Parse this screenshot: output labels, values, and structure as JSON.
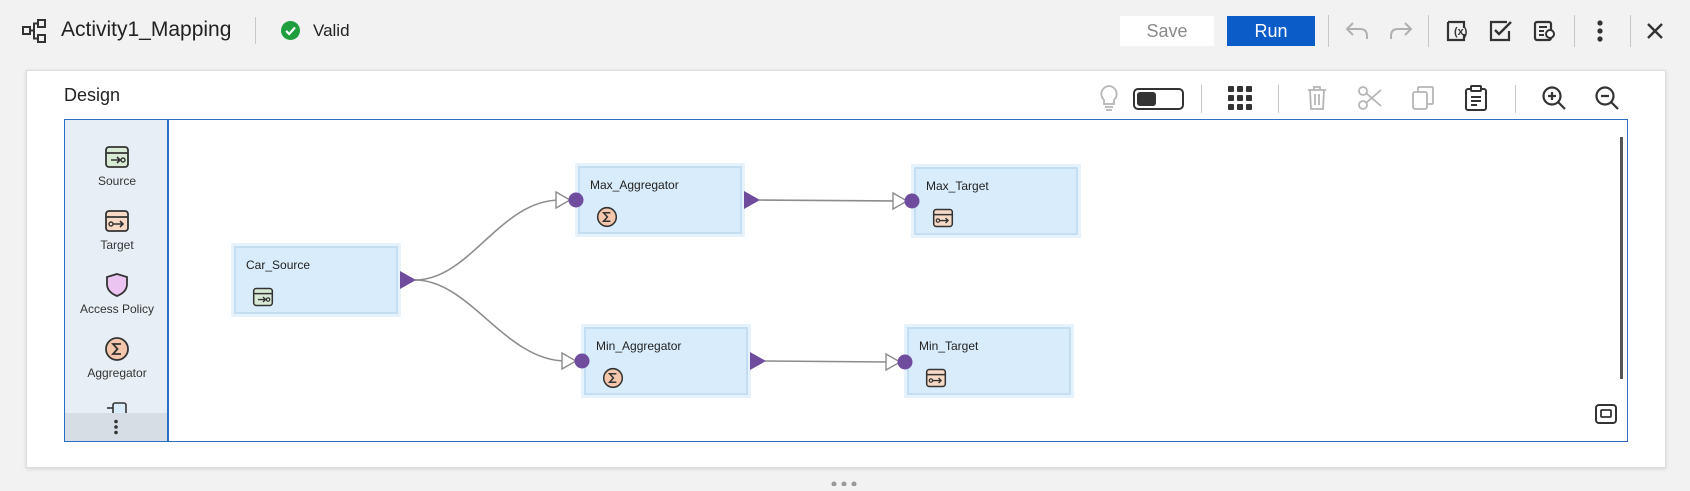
{
  "header": {
    "title": "Activity1_Mapping",
    "status_label": "Valid",
    "save_label": "Save",
    "run_label": "Run",
    "icons": [
      "mapping-icon",
      "valid-check-icon",
      "undo-icon",
      "redo-icon",
      "clear-icon",
      "validate-icon",
      "properties-icon",
      "more-vertical-icon",
      "close-icon"
    ]
  },
  "design": {
    "title": "Design",
    "toolbar_icons": [
      "lightbulb-icon",
      "toggle-switch",
      "grid-icon",
      "delete-icon",
      "cut-icon",
      "copy-icon",
      "paste-icon",
      "zoom-in-icon",
      "zoom-out-icon"
    ]
  },
  "palette": {
    "items": [
      {
        "label": "Source",
        "icon": "source-icon"
      },
      {
        "label": "Target",
        "icon": "target-icon"
      },
      {
        "label": "Access Policy",
        "icon": "access-policy-icon"
      },
      {
        "label": "Aggregator",
        "icon": "aggregator-icon"
      }
    ]
  },
  "canvas": {
    "nodes": [
      {
        "id": "car_source",
        "label": "Car_Source",
        "icon": "source-icon"
      },
      {
        "id": "max_aggregator",
        "label": "Max_Aggregator",
        "icon": "aggregator-icon"
      },
      {
        "id": "min_aggregator",
        "label": "Min_Aggregator",
        "icon": "aggregator-icon"
      },
      {
        "id": "max_target",
        "label": "Max_Target",
        "icon": "target-icon"
      },
      {
        "id": "min_target",
        "label": "Min_Target",
        "icon": "target-icon"
      }
    ],
    "links": [
      {
        "from": "Car_Source",
        "to": "Max_Aggregator"
      },
      {
        "from": "Car_Source",
        "to": "Min_Aggregator"
      },
      {
        "from": "Max_Aggregator",
        "to": "Max_Target"
      },
      {
        "from": "Min_Aggregator",
        "to": "Min_Target"
      }
    ]
  },
  "colors": {
    "accent": "#0b5cc8",
    "valid": "#1e9e3f",
    "port": "#6f4c9e",
    "node_fill": "#d9ecfb",
    "canvas_border": "#2b6cc4"
  }
}
